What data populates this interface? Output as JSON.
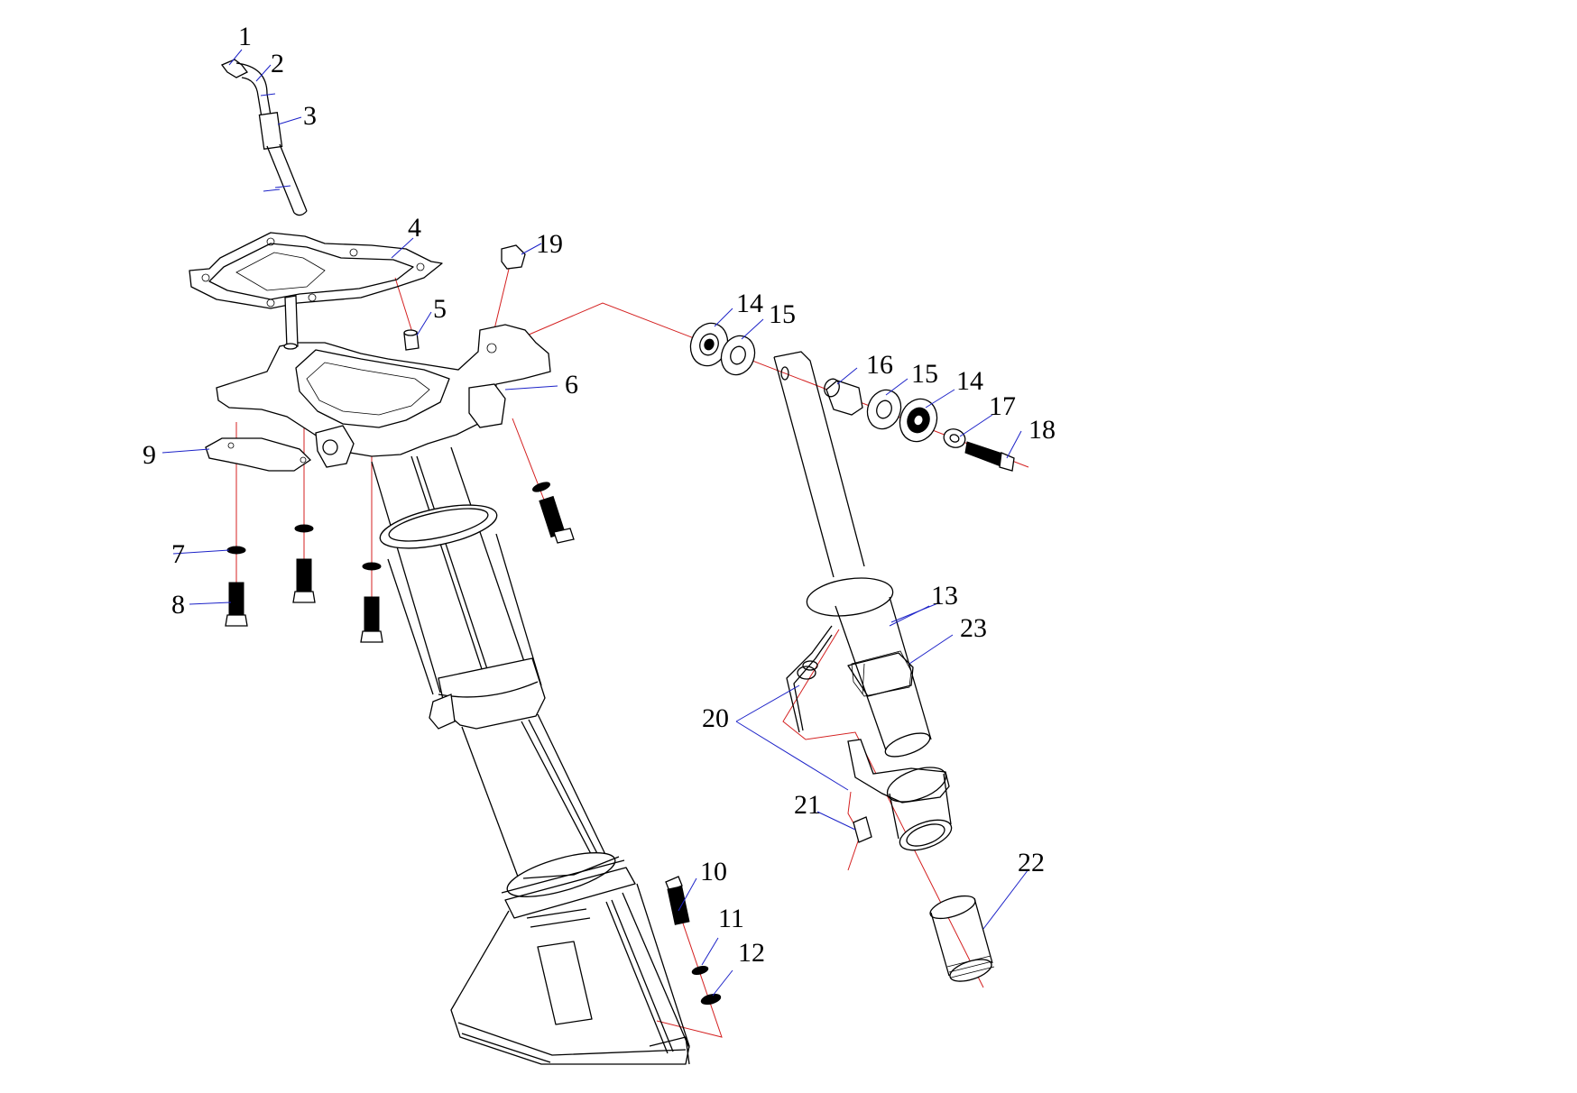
{
  "colors": {
    "line": "#000000",
    "axis": "#d42020",
    "leader": "#1c22c8",
    "background": "#ffffff"
  },
  "callouts": {
    "p1": "1",
    "p2": "2",
    "p3": "3",
    "p4": "4",
    "p5": "5",
    "p6": "6",
    "p7": "7",
    "p8": "8",
    "p9": "9",
    "p10": "10",
    "p11": "11",
    "p12": "12",
    "p13": "13",
    "p14a": "14",
    "p14b": "14",
    "p15a": "15",
    "p15b": "15",
    "p16": "16",
    "p17": "17",
    "p18": "18",
    "p19": "19",
    "p20": "20",
    "p21": "21",
    "p22": "22",
    "p23": "23"
  }
}
